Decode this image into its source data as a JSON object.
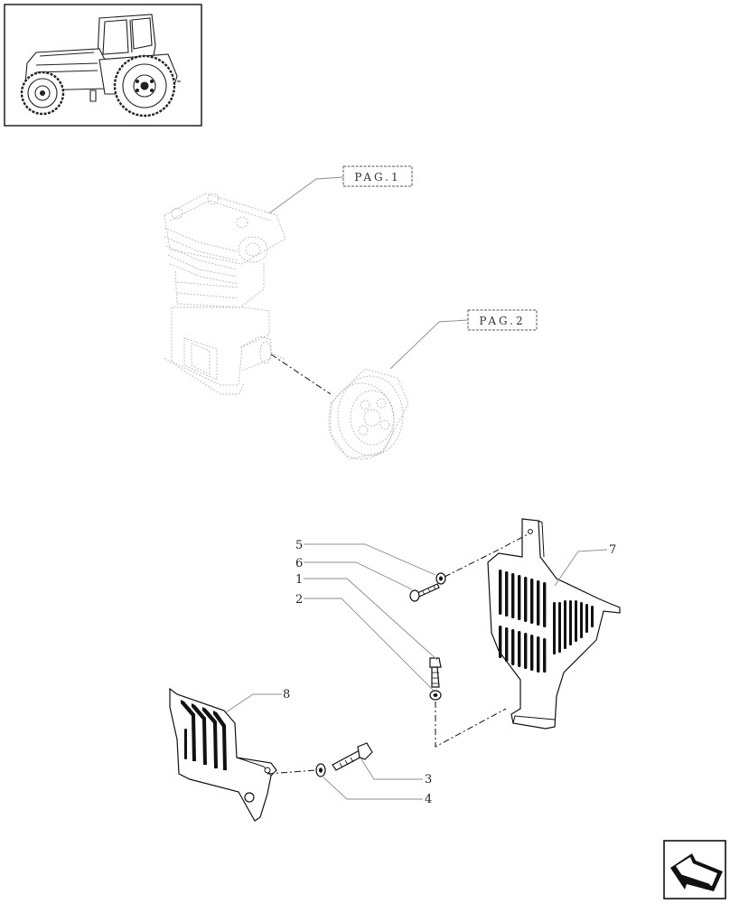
{
  "references": {
    "pag1": "PAG.1",
    "pag2": "PAG.2"
  },
  "callouts": {
    "c1": "1",
    "c2": "2",
    "c3": "3",
    "c4": "4",
    "c5": "5",
    "c6": "6",
    "c7": "7",
    "c8": "8"
  },
  "icons": {
    "thumbnail": "tractor-icon",
    "navigation": "next-page-arrow-icon"
  }
}
